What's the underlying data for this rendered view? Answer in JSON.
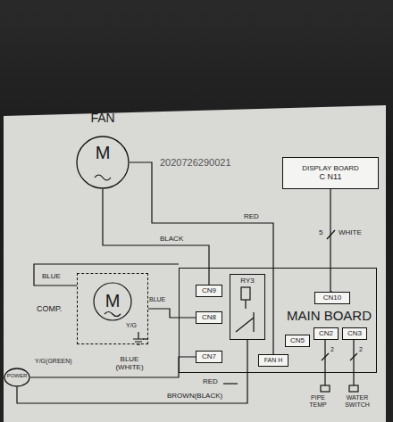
{
  "diagram": {
    "nodes": [
      {
        "text": [
          "FAN",
          "M"
        ]
      },
      {
        "text": [
          "DISPLAY BOARD",
          "C N11"
        ]
      },
      {
        "text": [
          "MAIN BOARD"
        ]
      },
      {
        "text": [
          "CN9"
        ],
        "in": 2
      },
      {
        "text": [
          "CN8"
        ],
        "in": 2
      },
      {
        "text": [
          "CN7"
        ],
        "in": 2
      },
      {
        "text": [
          "RY3"
        ],
        "in": 2
      },
      {
        "text": [
          "FAN H"
        ],
        "in": 2
      },
      {
        "text": [
          "CN10"
        ],
        "in": 2
      },
      {
        "text": [
          "CN5"
        ],
        "in": 2
      },
      {
        "text": [
          "CN2"
        ],
        "in": 2
      },
      {
        "text": [
          "CN3"
        ],
        "in": 2
      },
      {
        "text": [
          "COMP.",
          "M"
        ]
      },
      {
        "text": [
          "POWER"
        ]
      }
    ],
    "edges": [
      {
        "from": 0,
        "to": 3,
        "label": "BLACK",
        "arrow": "none"
      },
      {
        "from": 0,
        "to": 7,
        "label": "RED",
        "arrow": "none"
      },
      {
        "from": 1,
        "to": 8,
        "label": "WHITE",
        "arrow": "none"
      },
      {
        "from": 12,
        "to": 4,
        "label": "BLUE",
        "arrow": "none"
      },
      {
        "from": 13,
        "to": 5,
        "label": "BLUE (WHITE)",
        "arrow": "none"
      },
      {
        "from": 13,
        "to": 6,
        "label": "BROWN(BLACK)",
        "arrow": "none"
      }
    ],
    "labels": [
      "2020726290021",
      "BLUE",
      "Y/G",
      "Y/G(GREEN)",
      "RED",
      "5",
      "2",
      "2",
      "PIPE TEMP",
      "WATER SWITCH"
    ]
  }
}
